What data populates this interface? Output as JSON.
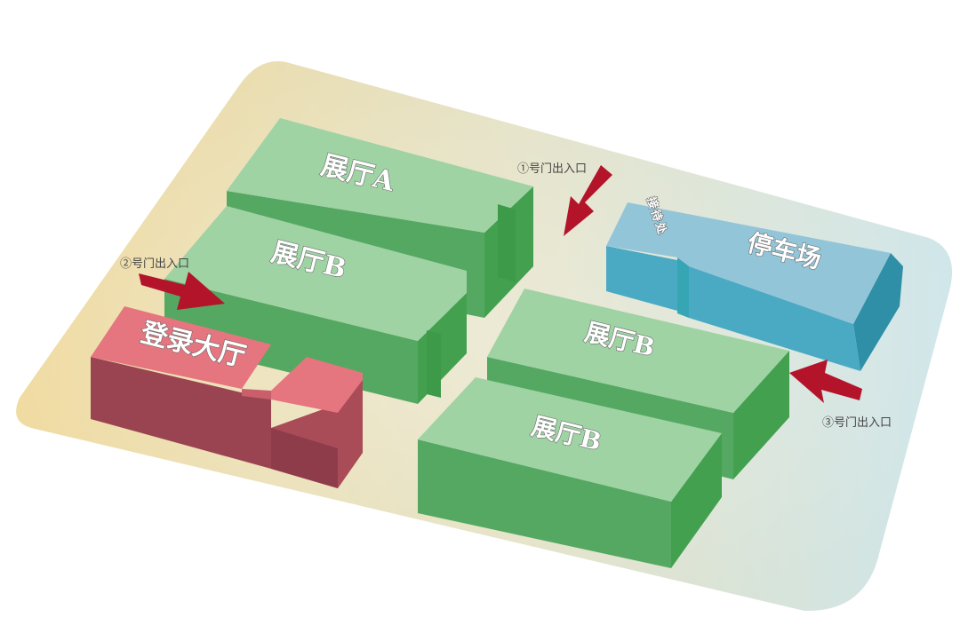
{
  "map": {
    "halls": {
      "hall_a": "展厅A",
      "hall_b_top_left": "展厅B",
      "hall_b_right_upper": "展厅B",
      "hall_b_right_lower": "展厅B"
    },
    "registration_hall": "登录大厅",
    "parking": "停车场",
    "side_office": "接待处",
    "entrances": {
      "gate_1": "①号门出入口",
      "gate_2": "②号门出入口",
      "gate_3": "③号门出入口"
    },
    "colors": {
      "site_ground": "#e9ddaa",
      "exhibition_hall": "#9fd3a4",
      "registration_hall": "#e5757f",
      "parking": "#93c5d8",
      "arrow": "#b3142a"
    }
  }
}
